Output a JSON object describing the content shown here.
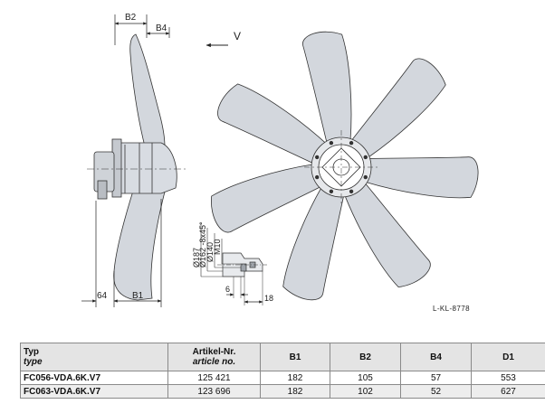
{
  "drawing": {
    "labels": {
      "b2": "B2",
      "b4": "B4",
      "b1": "B1",
      "dim_64": "64",
      "airflow": "V",
      "dim_6": "6",
      "dim_18": "18",
      "d187": "Ø187",
      "d162": "Ø162 -8x45°",
      "d140": "Ø140",
      "m10": "M10",
      "ref": "L-KL-8778"
    }
  },
  "table": {
    "headers": {
      "typ": "Typ",
      "typ_sub": "type",
      "artikel": "Artikel-Nr.",
      "artikel_sub": "article no.",
      "b1": "B1",
      "b2": "B2",
      "b4": "B4",
      "d1": "D1"
    },
    "rows": [
      {
        "typ": "FC056-VDA.6K.V7",
        "artikel": "125 421",
        "b1": "182",
        "b2": "105",
        "b4": "57",
        "d1": "553"
      },
      {
        "typ": "FC063-VDA.6K.V7",
        "artikel": "123 696",
        "b1": "182",
        "b2": "102",
        "b4": "52",
        "d1": "627"
      }
    ]
  },
  "colors": {
    "blade_fill": "#d3d7dd",
    "line": "#333333",
    "header_bg": "#e4e4e4"
  }
}
